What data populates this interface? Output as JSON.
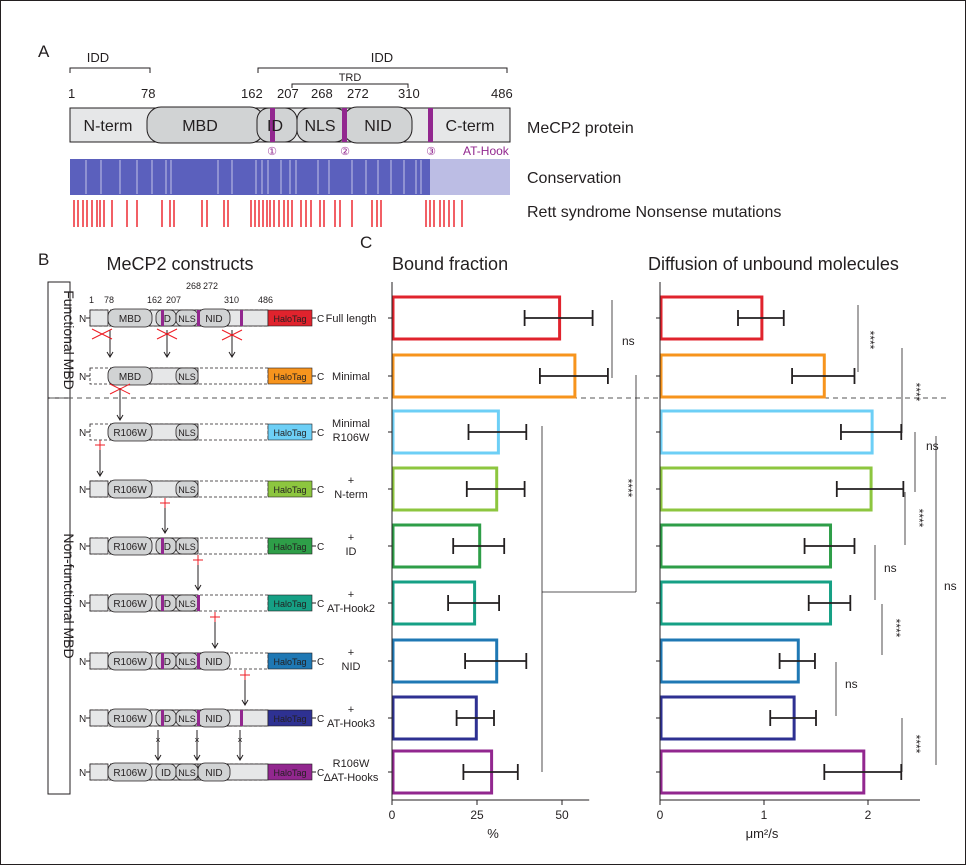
{
  "panel_a": {
    "letter": "A",
    "idd_left": "IDD",
    "idd_right": "IDD",
    "trd": "TRD",
    "positions": [
      "1",
      "78",
      "162",
      "207",
      "268",
      "272",
      "310",
      "486"
    ],
    "domains": [
      "N-term",
      "MBD",
      "ID",
      "NLS",
      "NID",
      "C-term"
    ],
    "hooks": [
      "①",
      "②",
      "③"
    ],
    "at_hook": "AT-Hook",
    "protein_label": "MeCP2 protein",
    "conservation_label": "Conservation",
    "rett_label": "Rett syndrome Nonsense mutations"
  },
  "panel_b": {
    "letter": "B",
    "title": "MeCP2 constructs",
    "group_functional": "Functional MBD",
    "group_nonfunctional": "Non-functional MBD",
    "positions": [
      "1",
      "78",
      "162",
      "207",
      "268",
      "272",
      "310",
      "486"
    ],
    "n": "N",
    "c": "C",
    "domain_names": [
      "MBD",
      "ID",
      "NLS",
      "NID"
    ],
    "mutant": "R106W",
    "tag": "HaloTag",
    "constructs": [
      {
        "name": "Full length",
        "color": "#e0232d"
      },
      {
        "name": "Minimal",
        "color": "#f7941d"
      },
      {
        "name": "Minimal R106W",
        "color": "#6dcff6"
      },
      {
        "name": "+ N-term",
        "color": "#8dc63f"
      },
      {
        "name": "+ ID",
        "color": "#2e9e48"
      },
      {
        "name": "+ AT-Hook2",
        "color": "#16a085"
      },
      {
        "name": "+ NID",
        "color": "#1f78b4"
      },
      {
        "name": "+ AT-Hook3",
        "color": "#2e3192"
      },
      {
        "name": "R106W ΔAT-Hooks",
        "color": "#92278f"
      }
    ]
  },
  "panel_c": {
    "letter": "C",
    "bound_title": "Bound fraction",
    "diffusion_title": "Diffusion of unbound molecules",
    "bound_xlabel": "%",
    "diffusion_xlabel": "μm²/s",
    "bound_ticks": [
      "0",
      "25",
      "50"
    ],
    "diffusion_ticks": [
      "0",
      "1",
      "2"
    ],
    "ns": "ns",
    "stars": "****"
  },
  "chart_data": [
    {
      "type": "bar",
      "orientation": "horizontal",
      "title": "Bound fraction",
      "xlabel": "%",
      "xlim": [
        0,
        58
      ],
      "categories": [
        "Full length",
        "Minimal",
        "Minimal R106W",
        "+ N-term",
        "+ ID",
        "+ AT-Hook2",
        "+ NID",
        "+ AT-Hook3",
        "R106W ΔAT-Hooks"
      ],
      "values": [
        49,
        53.5,
        31,
        30.5,
        25.5,
        24,
        30.5,
        24.5,
        29
      ],
      "error": [
        10,
        10,
        8.5,
        8.5,
        7.5,
        7.5,
        9,
        5.5,
        8
      ],
      "colors": [
        "#e0232d",
        "#f7941d",
        "#6dcff6",
        "#8dc63f",
        "#2e9e48",
        "#16a085",
        "#1f78b4",
        "#2e3192",
        "#92278f"
      ],
      "annotations": [
        "ns",
        "****"
      ]
    },
    {
      "type": "bar",
      "orientation": "horizontal",
      "title": "Diffusion of unbound molecules",
      "xlabel": "μm²/s",
      "xlim": [
        0,
        2.5
      ],
      "categories": [
        "Full length",
        "Minimal",
        "Minimal R106W",
        "+ N-term",
        "+ ID",
        "+ AT-Hook2",
        "+ NID",
        "+ AT-Hook3",
        "R106W ΔAT-Hooks"
      ],
      "values": [
        0.97,
        1.57,
        2.03,
        2.02,
        1.63,
        1.63,
        1.32,
        1.28,
        1.95
      ],
      "error": [
        0.22,
        0.3,
        0.29,
        0.32,
        0.24,
        0.2,
        0.17,
        0.22,
        0.37
      ],
      "colors": [
        "#e0232d",
        "#f7941d",
        "#6dcff6",
        "#8dc63f",
        "#2e9e48",
        "#16a085",
        "#1f78b4",
        "#2e3192",
        "#92278f"
      ],
      "annotations": [
        "****",
        "****",
        "ns",
        "****",
        "ns",
        "****",
        "ns",
        "****",
        "ns"
      ]
    }
  ]
}
